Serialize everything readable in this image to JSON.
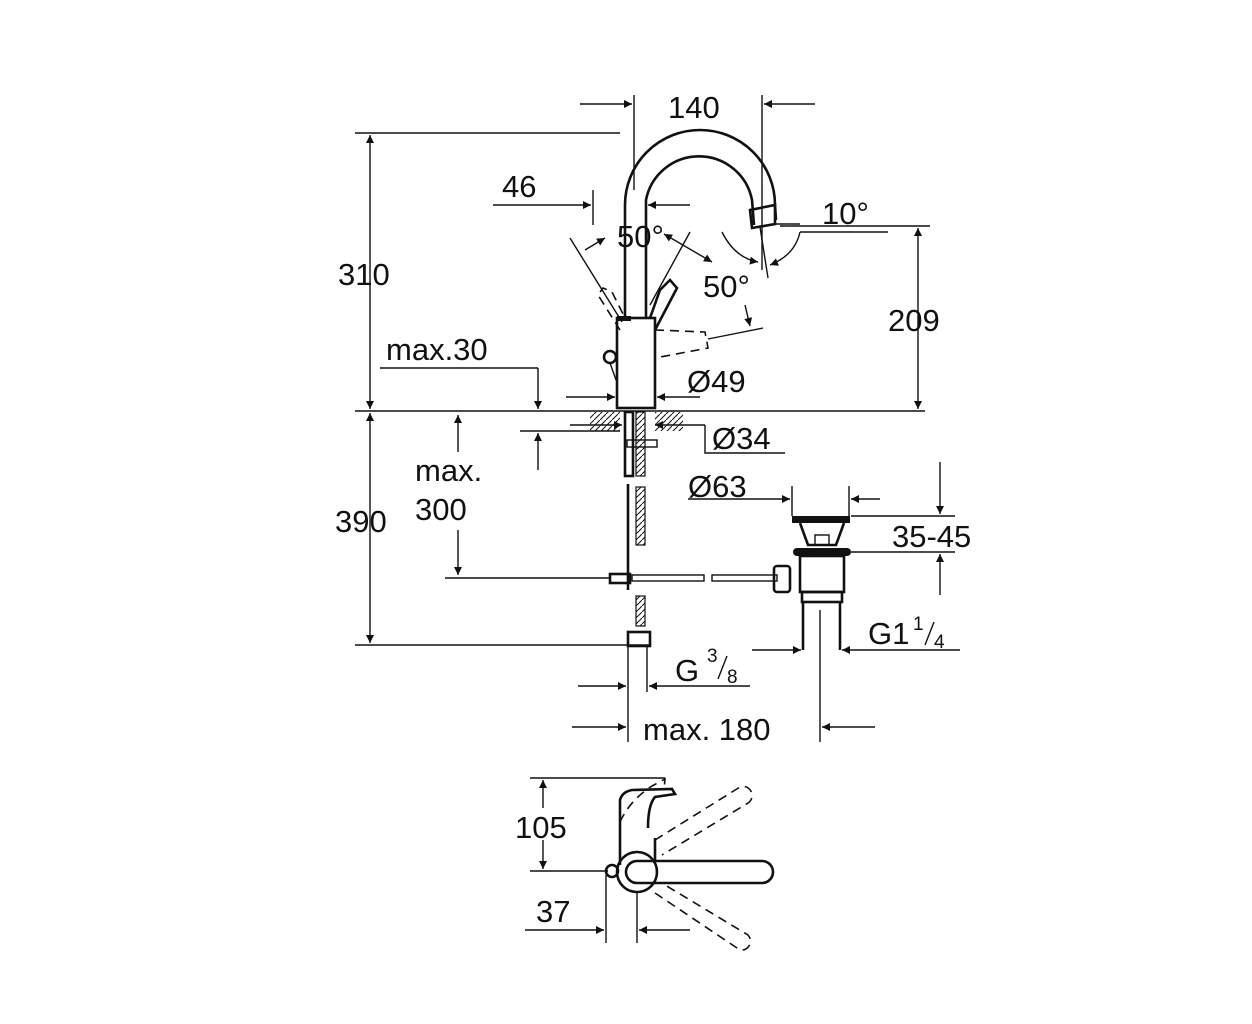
{
  "drawing": {
    "side_view": {
      "spout_reach": "140",
      "lever_offset": "46",
      "lever_angle_left": "50°",
      "lever_angle_right": "50°",
      "spout_angle": "10°",
      "total_height": "310",
      "outlet_height": "209",
      "max_deck_thickness": "max.30",
      "body_diameter": "Ø49",
      "hole_diameter": "Ø34",
      "max_hose_label_1": "max.",
      "max_hose_label_2": "300",
      "below_deck_height": "390",
      "waste_diameter": "Ø63",
      "waste_range": "35-45",
      "waste_thread_main": "G1",
      "waste_thread_num": "1",
      "waste_thread_den": "4",
      "supply_thread_main": "G",
      "supply_thread_num": "3",
      "supply_thread_den": "8",
      "max_distance": "max. 180"
    },
    "top_view": {
      "depth": "105",
      "offset": "37"
    }
  }
}
